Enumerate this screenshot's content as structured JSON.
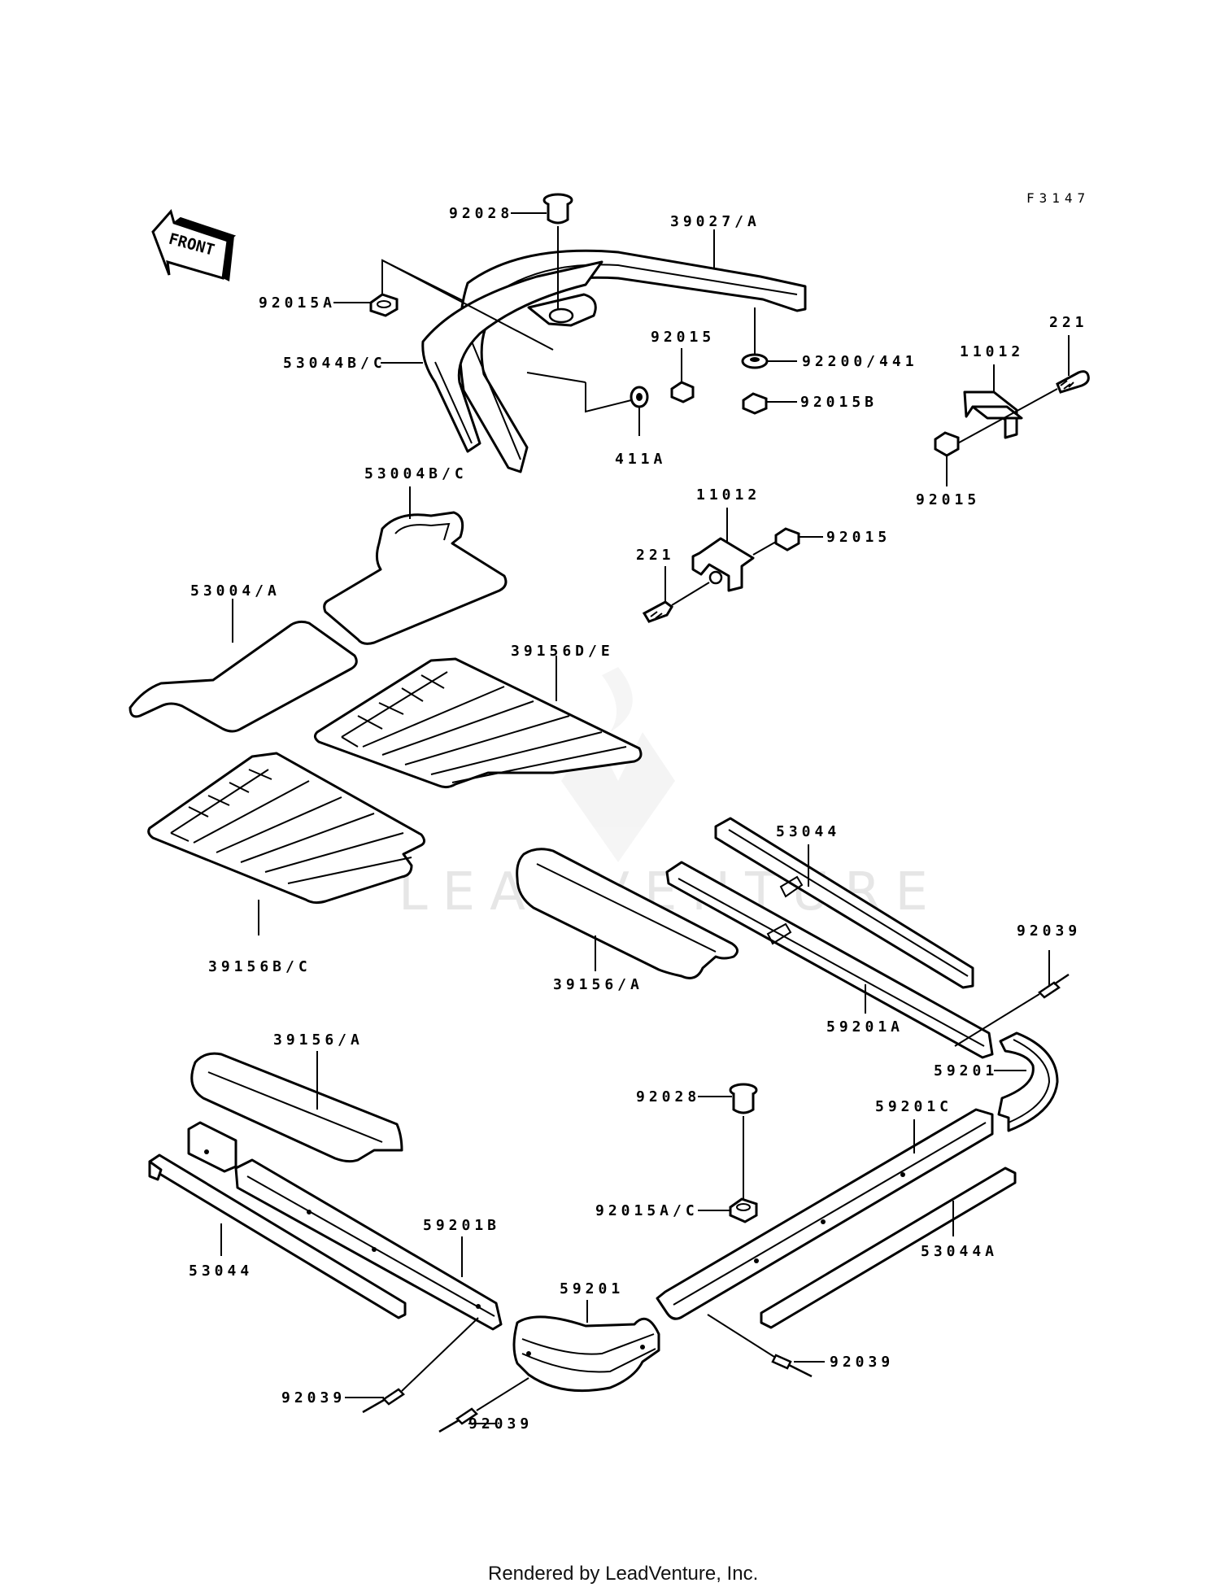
{
  "figure_code": "F3147",
  "front_arrow_label": "FRONT",
  "watermark_text": "LEADVENTURE",
  "footer_text": "Rendered by LeadVenture, Inc.",
  "labels": {
    "l_92028_top": "92028",
    "l_39027A": "39027/A",
    "l_92015A": "92015A",
    "l_53044BC": "53044B/C",
    "l_92015_mid": "92015",
    "l_92200_441": "92200/441",
    "l_92015B": "92015B",
    "l_411A": "411A",
    "l_221_right": "221",
    "l_11012_right": "11012",
    "l_92015_right": "92015",
    "l_53004BC": "53004B/C",
    "l_11012_center": "11012",
    "l_221_center": "221",
    "l_92015_center": "92015",
    "l_53004A": "53004/A",
    "l_39156DE": "39156D/E",
    "l_53044_right": "53044",
    "l_39156BC": "39156B/C",
    "l_39156A_mid": "39156/A",
    "l_92039_right": "92039",
    "l_59201A": "59201A",
    "l_39156A_low": "39156/A",
    "l_59201_right": "59201",
    "l_92028_low": "92028",
    "l_59201C": "59201C",
    "l_92015AC": "92015A/C",
    "l_59201B": "59201B",
    "l_53044_left": "53044",
    "l_53044A": "53044A",
    "l_59201_bottom": "59201",
    "l_92039_left": "92039",
    "l_92039_bottom": "92039",
    "l_92039_bottomright": "92039"
  }
}
